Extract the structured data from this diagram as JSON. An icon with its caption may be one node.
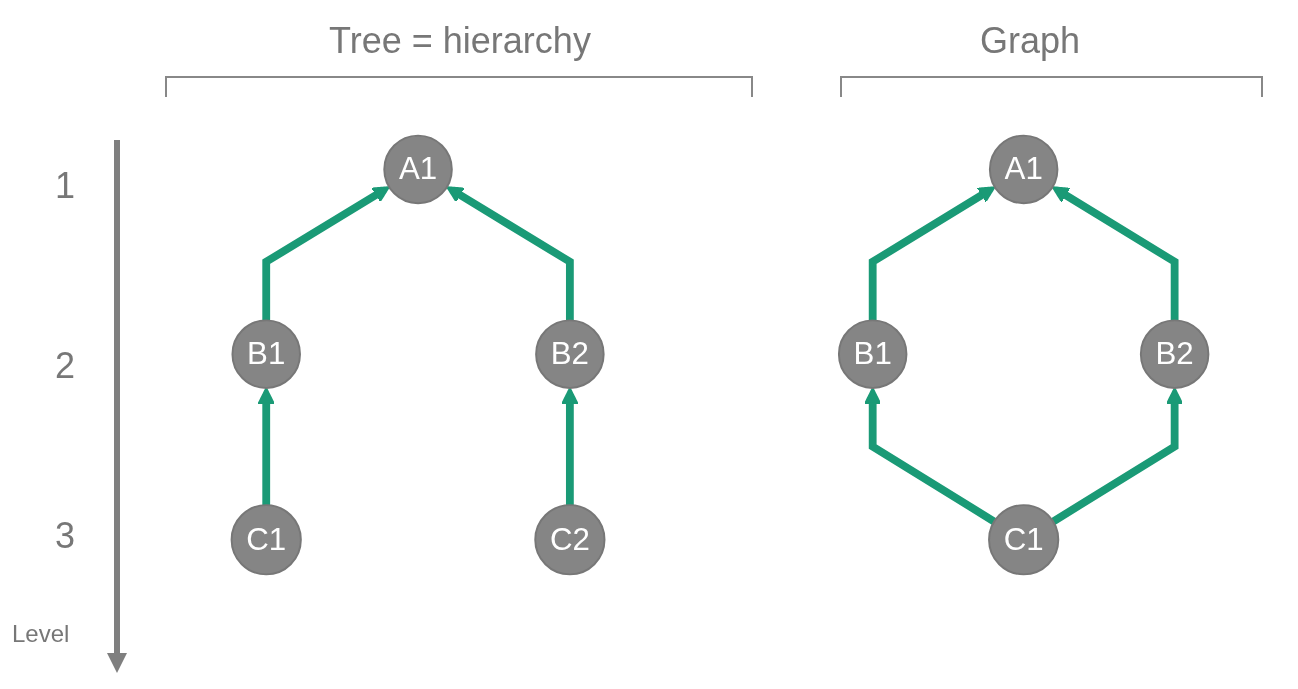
{
  "diagram": {
    "nodes": [
      {
        "text": [
          "A1"
        ]
      },
      {
        "text": [
          "B1"
        ]
      },
      {
        "text": [
          "B2"
        ]
      },
      {
        "text": [
          "C1"
        ]
      },
      {
        "text": [
          "C2"
        ]
      },
      {
        "text": [
          "A1"
        ]
      },
      {
        "text": [
          "B1"
        ]
      },
      {
        "text": [
          "B2"
        ]
      },
      {
        "text": [
          "C1"
        ]
      }
    ],
    "edges": [
      {
        "from": 1,
        "to": 0,
        "arrow": "to"
      },
      {
        "from": 2,
        "to": 0,
        "arrow": "to"
      },
      {
        "from": 3,
        "to": 1,
        "arrow": "to"
      },
      {
        "from": 4,
        "to": 2,
        "arrow": "to"
      },
      {
        "from": 6,
        "to": 5,
        "arrow": "to"
      },
      {
        "from": 7,
        "to": 5,
        "arrow": "to"
      },
      {
        "from": 8,
        "to": 6,
        "arrow": "to"
      },
      {
        "from": 8,
        "to": 7,
        "arrow": "to"
      }
    ],
    "labels": [
      "Tree = hierarchy",
      "Graph",
      "1",
      "2",
      "3",
      "Level"
    ]
  }
}
